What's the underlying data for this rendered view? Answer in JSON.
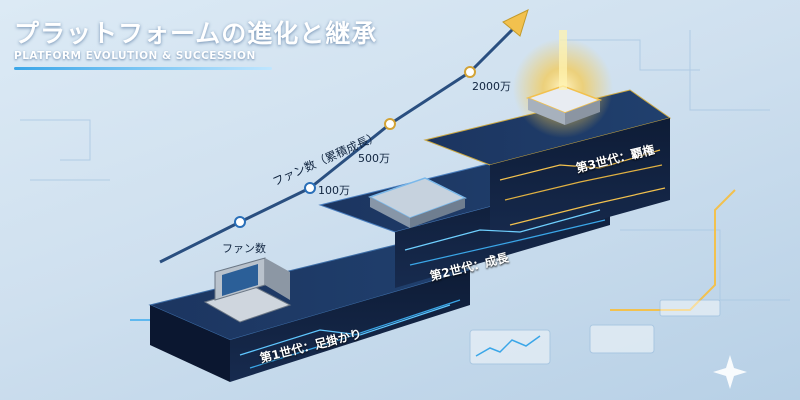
{
  "header": {
    "title": "プラットフォームの進化と継承",
    "subtitle": "PLATFORM EVOLUTION & SUCCESSION"
  },
  "growth_arrow": {
    "series_label": "ファン数（累積成長）",
    "start_label": "ファン数",
    "milestones": [
      "100万",
      "500万",
      "2000万"
    ]
  },
  "stages": [
    {
      "label": "第1世代：足掛かり"
    },
    {
      "label": "第2世代：成長"
    },
    {
      "label": "第3世代：覇権"
    }
  ],
  "colors": {
    "accent_blue": "#3aa6e8",
    "accent_gold": "#f2c14e",
    "step_dark": "#15284a"
  },
  "icons": [
    "retro-computer-icon",
    "chip-icon",
    "glowing-core-icon",
    "sparkle-icon"
  ]
}
